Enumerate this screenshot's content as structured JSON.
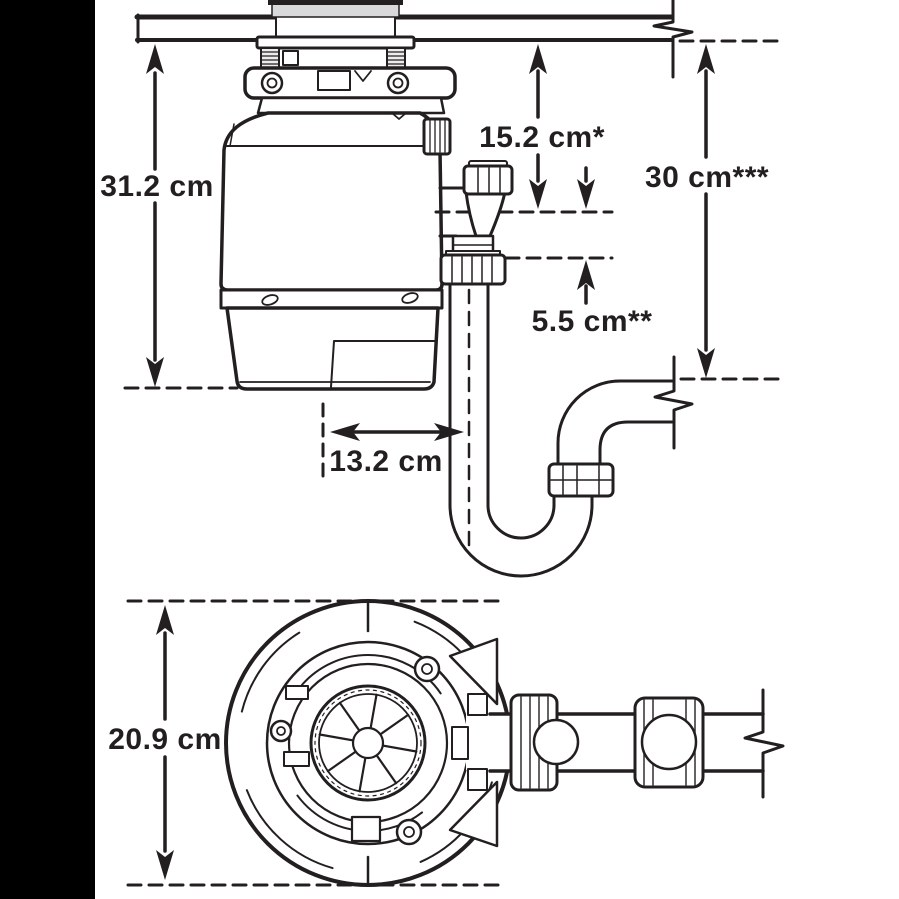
{
  "colors": {
    "line": "#231f20",
    "background": "#ffffff",
    "letterbox": "#000000",
    "flange_fill": "#d9d9db",
    "thread_fill": "#ececec"
  },
  "side_view": {
    "dimensions": {
      "unit_height": "31.2 cm",
      "counter_to_outlet": "15.2 cm*",
      "counter_to_drain": "30 cm***",
      "outlet_drop": "5.5 cm**",
      "center_to_tailpipe": "13.2 cm"
    }
  },
  "top_view": {
    "dimensions": {
      "unit_diameter": "20.9 cm"
    }
  }
}
